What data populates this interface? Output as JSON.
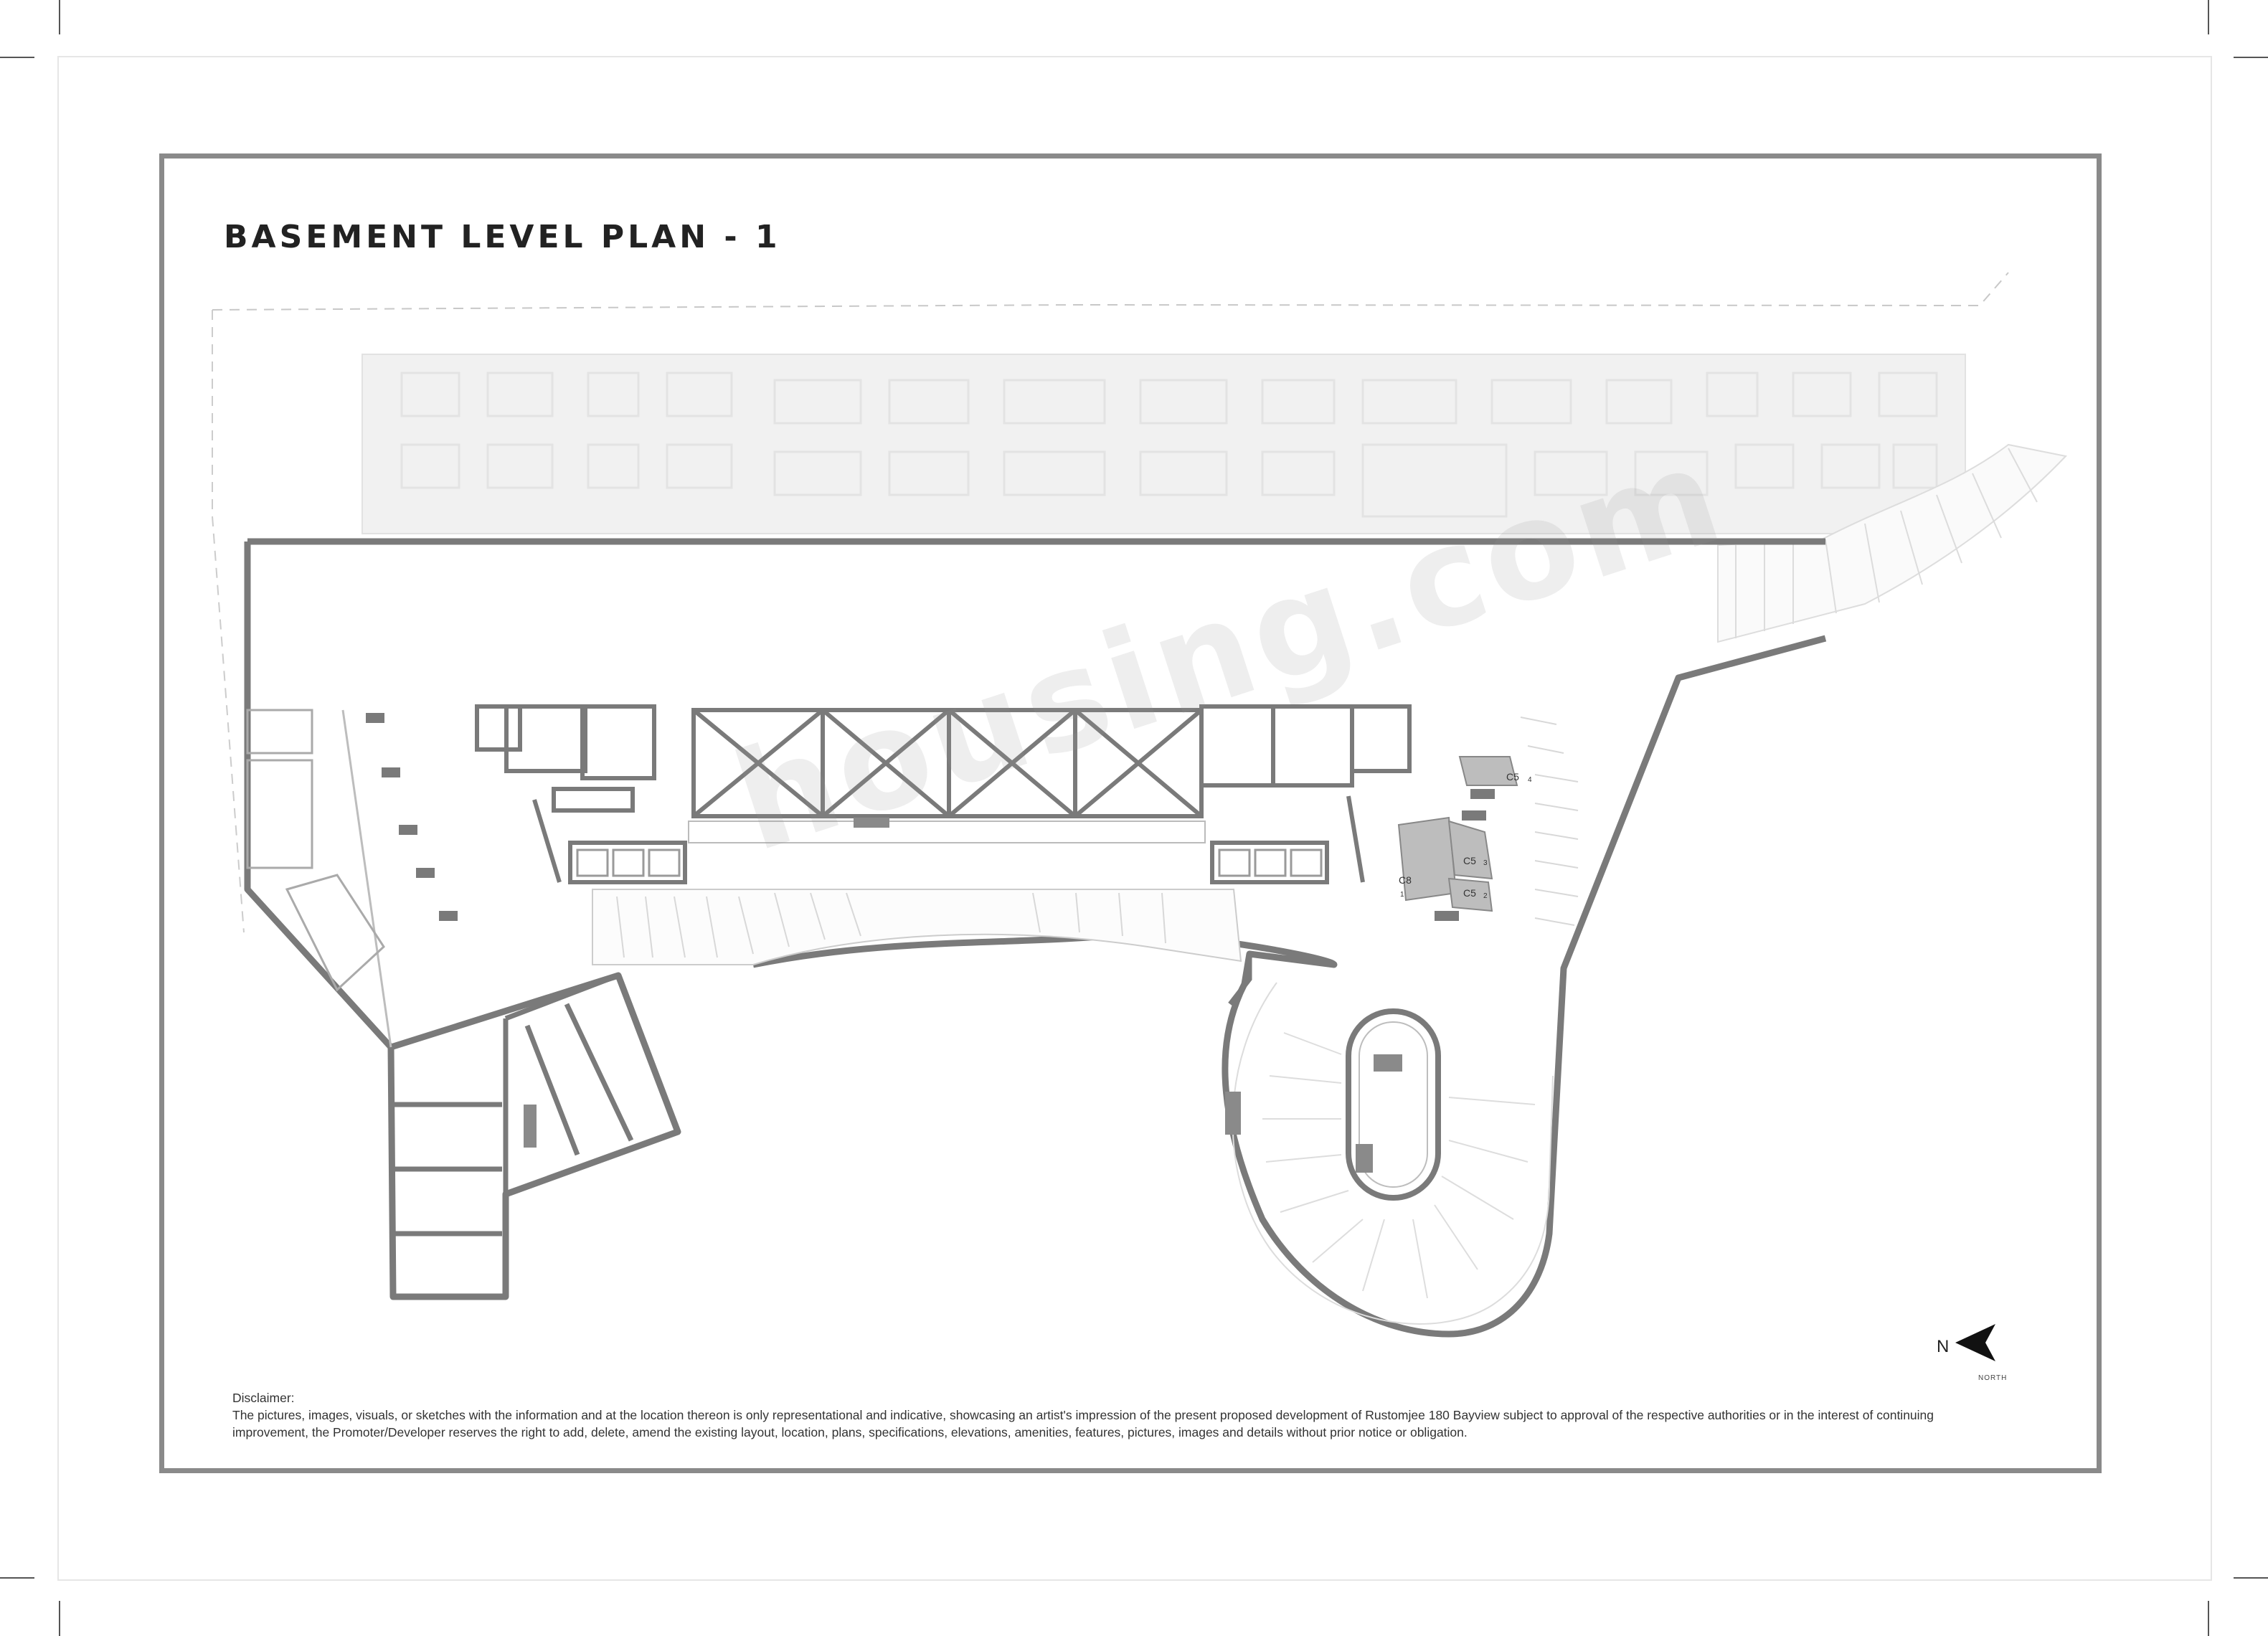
{
  "title": "BASEMENT LEVEL PLAN - 1",
  "disclaimer": {
    "heading": "Disclaimer:",
    "body": "The pictures, images, visuals, or sketches with the information and at the location thereon is only representational and indicative, showcasing an artist's impression of the present proposed development of Rustomjee 180 Bayview subject to approval of the respective authorities or in the interest of continuing improvement, the Promoter/Developer reserves the right to add, delete, amend the existing layout, location, plans, specifications, elevations, amenities, features, pictures, images and details without prior notice or obligation."
  },
  "north": {
    "letter": "N",
    "label": "NORTH"
  },
  "watermark": "housing.com",
  "car_parks": {
    "c5_a": "C5",
    "c5_a_num": "4",
    "c5_b": "C5",
    "c5_b_num": "3",
    "c5_c": "C5",
    "c5_c_num": "2",
    "c8": "C8",
    "c8_num": "1"
  },
  "colors": {
    "wall": "#7a7a7a",
    "ghost": "#f1f1f1",
    "frame": "#8a8a8a"
  }
}
